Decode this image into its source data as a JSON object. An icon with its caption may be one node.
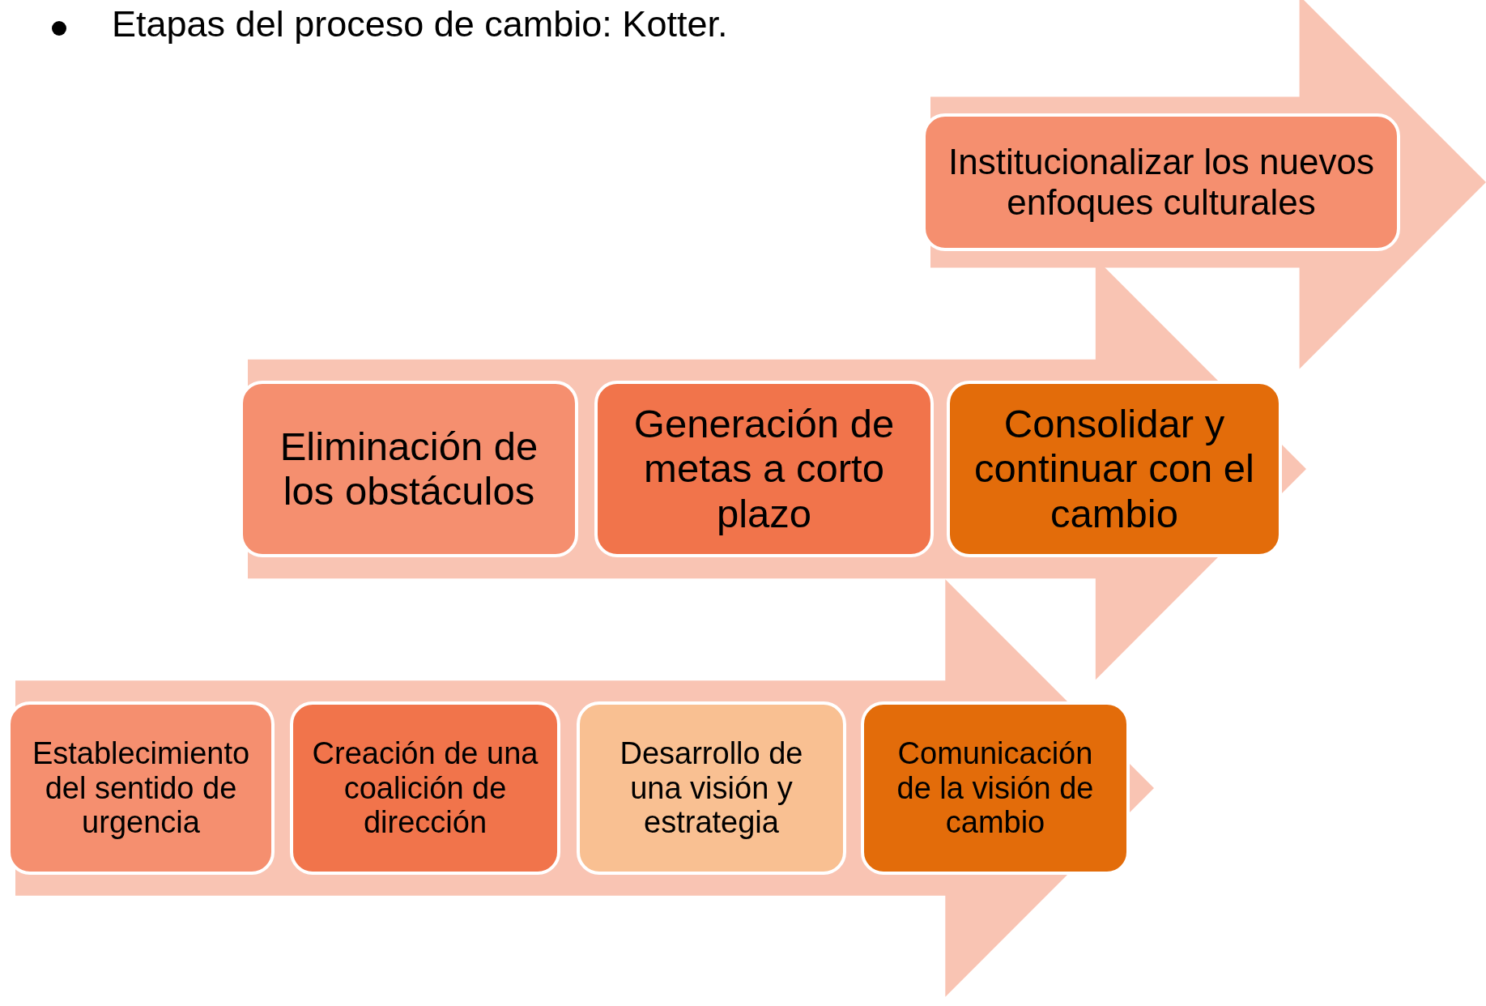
{
  "diagram": {
    "title": "Etapas del proceso de cambio: Kotter.",
    "nodes": [
      {
        "text": [
          "Establecimiento del sentido de urgencia"
        ]
      },
      {
        "text": [
          "Creación de una coalición de dirección"
        ]
      },
      {
        "text": [
          "Desarrollo de una visión y estrategia"
        ]
      },
      {
        "text": [
          "Comunicación de la visión de cambio"
        ]
      },
      {
        "text": [
          "Eliminación de los obstáculos"
        ]
      },
      {
        "text": [
          "Generación de metas a corto plazo"
        ]
      },
      {
        "text": [
          "Consolidar y continuar con el cambio"
        ]
      },
      {
        "text": [
          "Institucionalizar los nuevos enfoques culturales"
        ]
      }
    ],
    "edges": [
      {
        "from": 0,
        "to": 3,
        "arrow": "to",
        "style": "thick"
      },
      {
        "from": 4,
        "to": 6,
        "arrow": "to",
        "style": "thick"
      },
      {
        "from": 7,
        "to": null,
        "arrow": "to",
        "style": "thick"
      }
    ]
  }
}
